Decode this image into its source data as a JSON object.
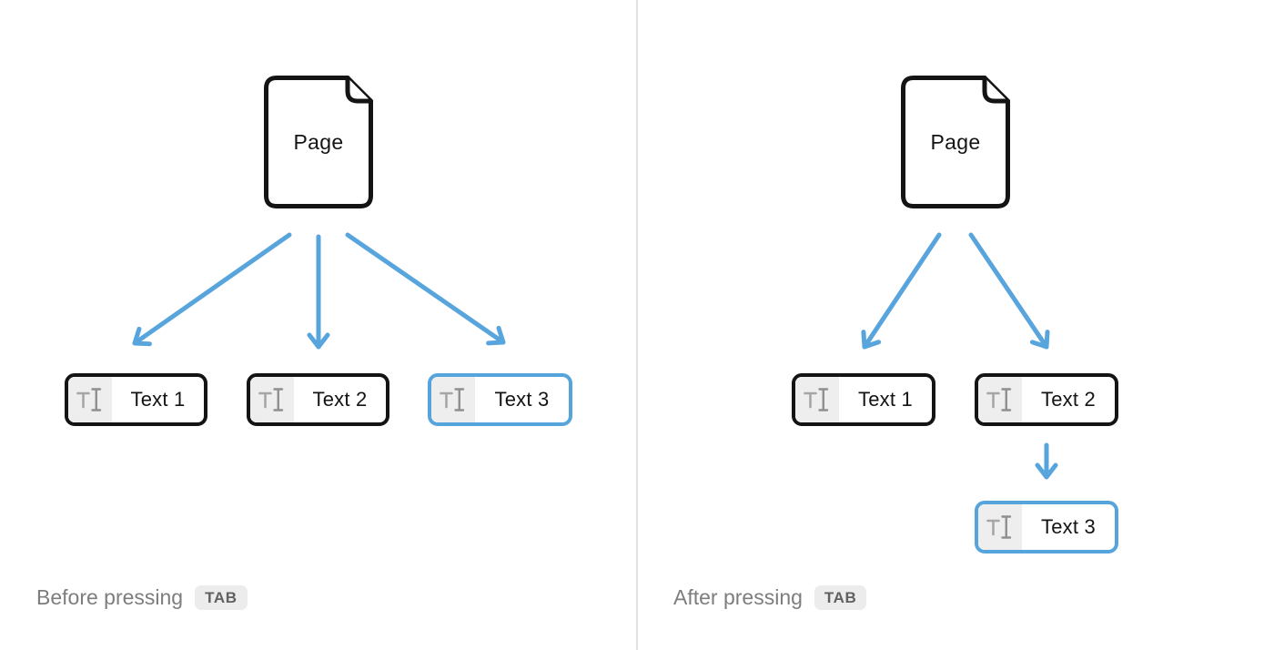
{
  "colors": {
    "ink": "#141414",
    "arrow": "#57a5dc",
    "selected": "#55a4db",
    "icon_bg": "#eeeeee",
    "icon_t": "#a6a6a6",
    "icon_beam": "#8f8f8f",
    "caption": "#7d7d7d",
    "badge_bg": "#ececec",
    "badge_fg": "#606060",
    "divider": "#e1e1e1"
  },
  "panels": [
    {
      "id": "before",
      "page_label": "Page",
      "caption_prefix": "Before pressing",
      "key_label": "TAB",
      "blocks": [
        {
          "label": "Text 1",
          "selected": false
        },
        {
          "label": "Text 2",
          "selected": false
        },
        {
          "label": "Text 3",
          "selected": true
        }
      ]
    },
    {
      "id": "after",
      "page_label": "Page",
      "caption_prefix": "After pressing",
      "key_label": "TAB",
      "blocks": [
        {
          "label": "Text 1",
          "selected": false
        },
        {
          "label": "Text 2",
          "selected": false
        },
        {
          "label": "Text 3",
          "selected": true
        }
      ]
    }
  ]
}
